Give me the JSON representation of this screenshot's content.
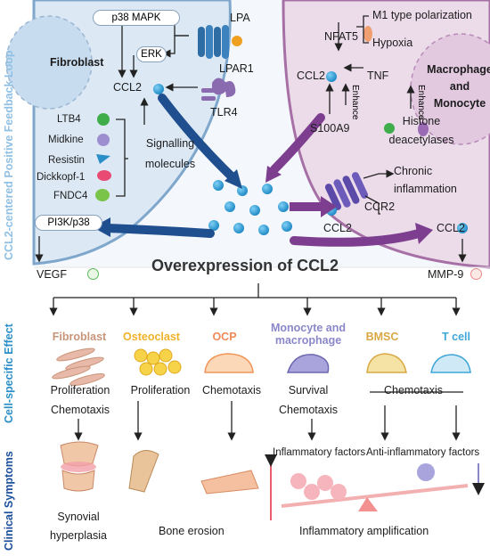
{
  "side_labels": {
    "top": "CCL2-centered Positive Feedback Loop",
    "middle": "Cell-specific Effect",
    "bottom": "Clinical Symptoms"
  },
  "fibroblast_panel": {
    "cell_label": "Fibroblast",
    "p38": "p38 MAPK",
    "erk": "ERK",
    "lpa": "LPA",
    "lpar1": "LPAR1",
    "ccl2": "CCL2",
    "tlr4": "TLR4",
    "signalling": [
      "Signalling",
      "molecules"
    ],
    "molecules": [
      "LTB4",
      "Midkine",
      "Resistin",
      "Dickkopf-1",
      "FNDC4"
    ]
  },
  "macrophage_panel": {
    "cell_label": [
      "Macrophage",
      "and",
      "Monocyte"
    ],
    "nfat5": "NFAT5",
    "m1": "M1 type polarization",
    "hypoxia": "Hypoxia",
    "ccl2": "CCL2",
    "tnf": "TNF",
    "enhance": "Enhance",
    "s100a9": "S100A9",
    "histone": [
      "Histone",
      "deacetylases"
    ]
  },
  "center": {
    "ccr2": "CCR2",
    "ccl2": "CCL2",
    "chronic": [
      "Chronic",
      "inflammation"
    ],
    "pi3k": "PI3K/p38",
    "vegf": "VEGF",
    "ccl2_right": "CCL2",
    "mmp9": "MMP-9",
    "title": "Overexpression of CCL2"
  },
  "cells": [
    {
      "name": "Fibroblast",
      "color": "#c9957a",
      "effects": [
        "Proliferation",
        "Chemotaxis"
      ]
    },
    {
      "name": "Osteoclast",
      "color": "#f0b22a",
      "effects": [
        "Proliferation"
      ]
    },
    {
      "name": "OCP",
      "color": "#f08a5a",
      "effects": [
        "Chemotaxis"
      ]
    },
    {
      "name": "Monocyte and macrophage",
      "color": "#8b87c9",
      "effects": [
        "Survival",
        "Chemotaxis"
      ]
    },
    {
      "name": "BMSC",
      "color": "#d9a845",
      "effects": [
        "Chemotaxis"
      ]
    },
    {
      "name": "T cell",
      "color": "#3fa6d8",
      "effects": []
    }
  ],
  "clinical": {
    "synovial": [
      "Synovial",
      "hyperplasia"
    ],
    "bone": "Bone erosion",
    "inflammatory": "Inflammatory amplification",
    "inflam_factors": "Inflammatory factors",
    "anti_factors": "Anti-inflammatory factors"
  },
  "colors": {
    "fibro_bg": "#dce9f5",
    "macro_bg": "#ecdcea",
    "dark_blue": "#1f4f8f",
    "purple": "#7d3e8f",
    "ccl2_blue": "#2b9fd8",
    "side_blue": "#2a8fc8",
    "side_dark": "#1b4f9c"
  }
}
